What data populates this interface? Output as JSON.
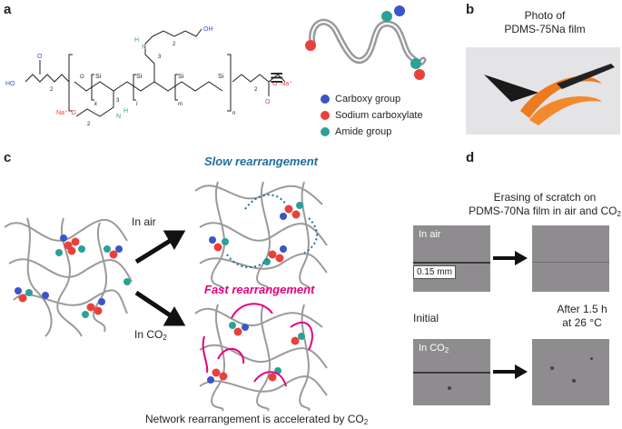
{
  "panels": {
    "a": "a",
    "b": "b",
    "c": "c",
    "d": "d"
  },
  "panel_a": {
    "equiv_symbol": "≡",
    "legend": [
      {
        "label": "Carboxy group",
        "color": "#3b55c9"
      },
      {
        "label": "Sodium carboxylate",
        "color": "#e8413c"
      },
      {
        "label": "Amide group",
        "color": "#2aa198"
      }
    ],
    "structure_labels": {
      "ho": "HO",
      "nh": "N",
      "h": "H",
      "oh": "OH",
      "na_left": "Na⁺⁻O",
      "na_right": "O⁻Na⁺",
      "o": "O",
      "si": "Si",
      "n": "n",
      "k": "k",
      "l": "l",
      "m": "m",
      "sub2": "2",
      "sub3": "3"
    }
  },
  "panel_b": {
    "title_line1": "Photo of",
    "title_line2": "PDMS-75Na film"
  },
  "panel_c": {
    "slow_label": "Slow rearrangement",
    "fast_label": "Fast rearrangement",
    "in_air": "In air",
    "in_co2_prefix": "In CO",
    "co2_sub": "2",
    "caption_prefix": "Network rearrangement is accelerated by CO",
    "caption_sub": "2"
  },
  "panel_d": {
    "title_line1": "Erasing of scratch on",
    "title_line2_prefix": "PDMS-70Na film in air and CO",
    "title_sub": "2",
    "in_air": "In air",
    "scale_bar": "0.15 mm",
    "initial": "Initial",
    "after_line1": "After 1.5 h",
    "after_line2": "at 26 °C",
    "in_co2_prefix": "In CO",
    "co2_sub": "2"
  },
  "colors": {
    "carboxy": "#3b55c9",
    "sodium": "#e8413c",
    "amide": "#2aa198",
    "slow": "#1f6e9c",
    "fast": "#e6007e",
    "chain": "#9a9a9a"
  }
}
